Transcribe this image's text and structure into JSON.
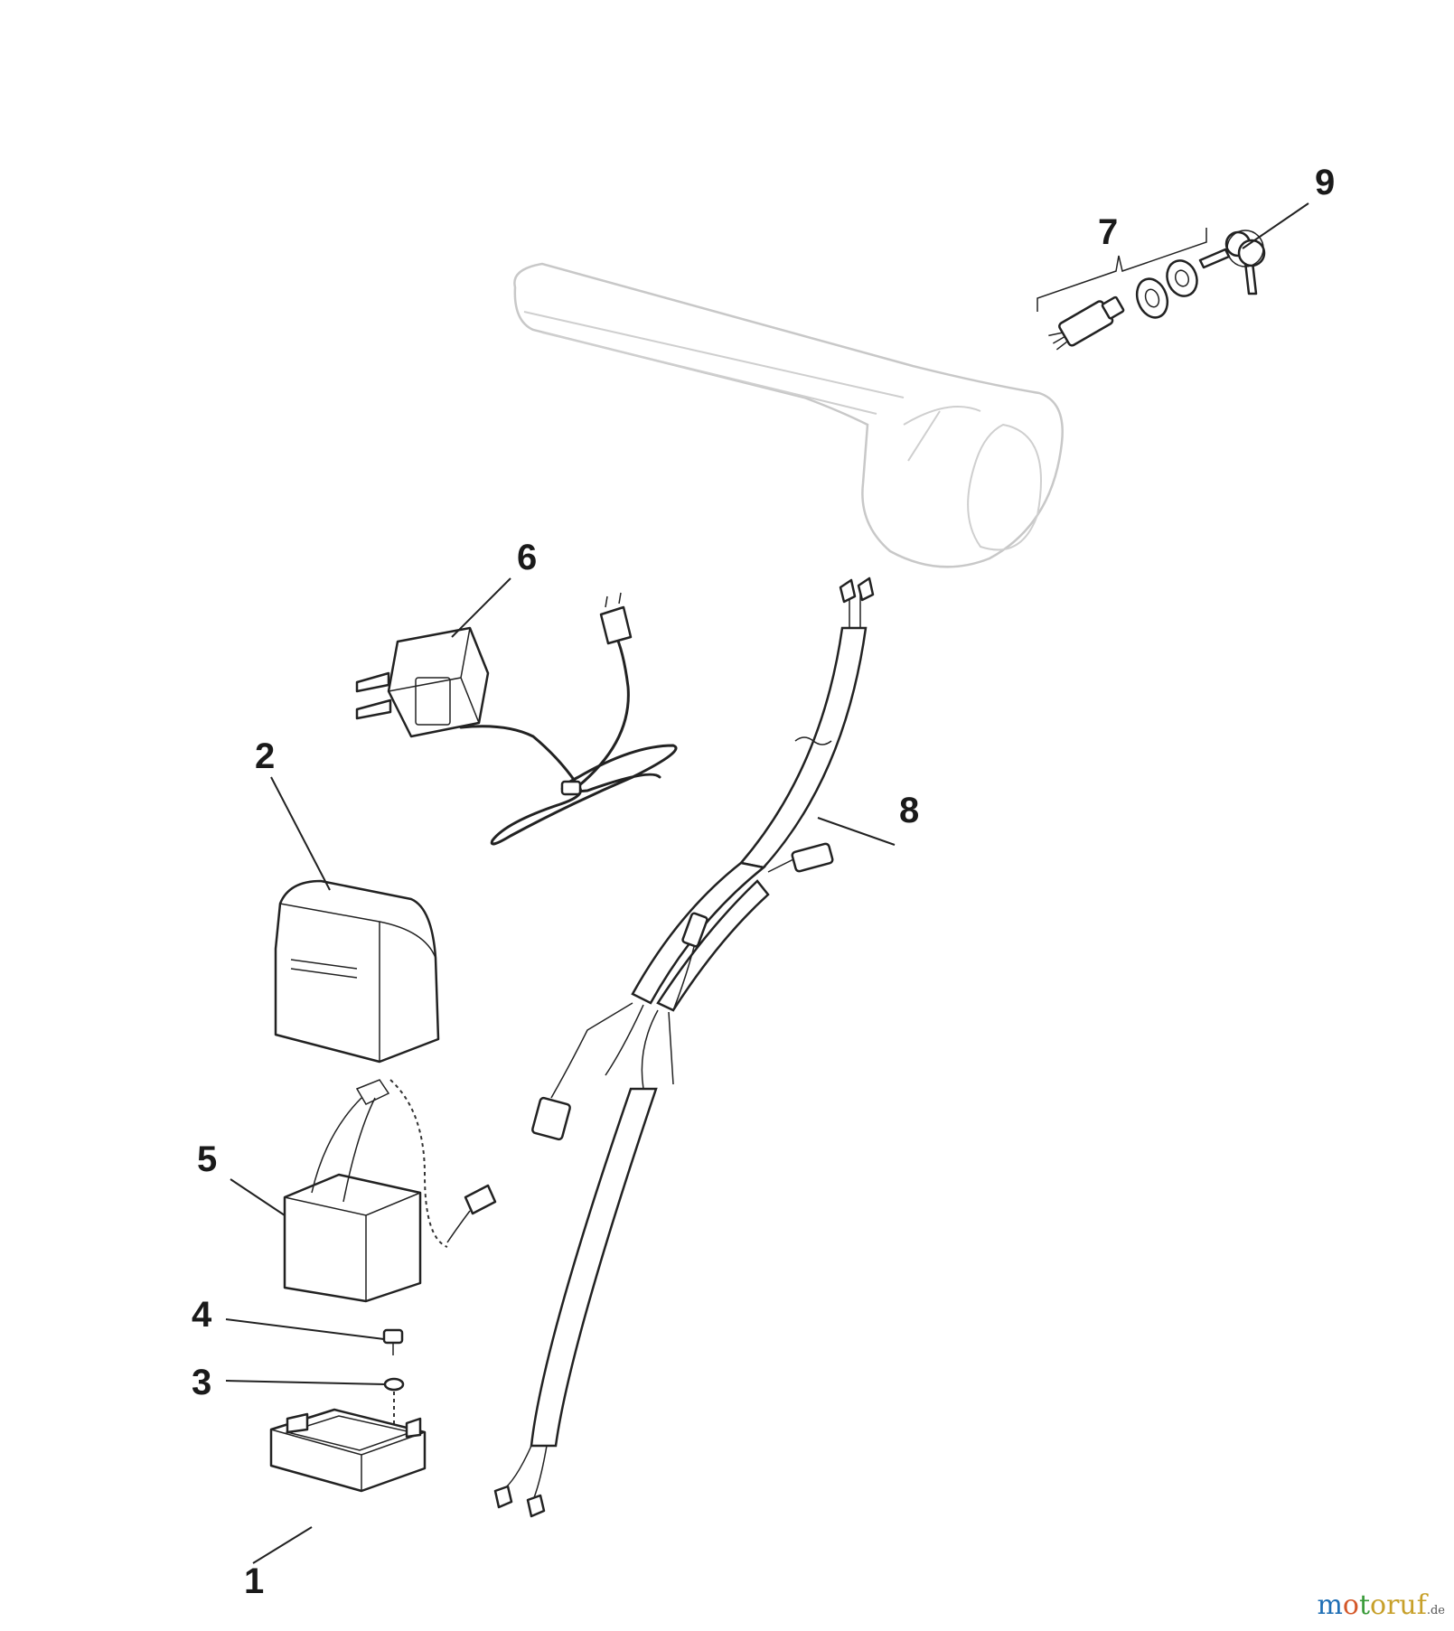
{
  "diagram": {
    "callouts": [
      {
        "id": "1",
        "label": "1",
        "part": "battery-tray"
      },
      {
        "id": "2",
        "label": "2",
        "part": "battery-cover"
      },
      {
        "id": "3",
        "label": "3",
        "part": "washer"
      },
      {
        "id": "4",
        "label": "4",
        "part": "screw"
      },
      {
        "id": "5",
        "label": "5",
        "part": "battery"
      },
      {
        "id": "6",
        "label": "6",
        "part": "battery-charger"
      },
      {
        "id": "7",
        "label": "7",
        "part": "ignition-switch-assembly"
      },
      {
        "id": "8",
        "label": "8",
        "part": "wiring-harness"
      },
      {
        "id": "9",
        "label": "9",
        "part": "ignition-keys"
      }
    ]
  },
  "watermark": {
    "brand_parts": [
      "m",
      "o",
      "t",
      "oruf"
    ],
    "suffix": ".de",
    "colors": [
      "#1f6fb5",
      "#d4582a",
      "#3a9b3a",
      "#c7a02a"
    ]
  }
}
